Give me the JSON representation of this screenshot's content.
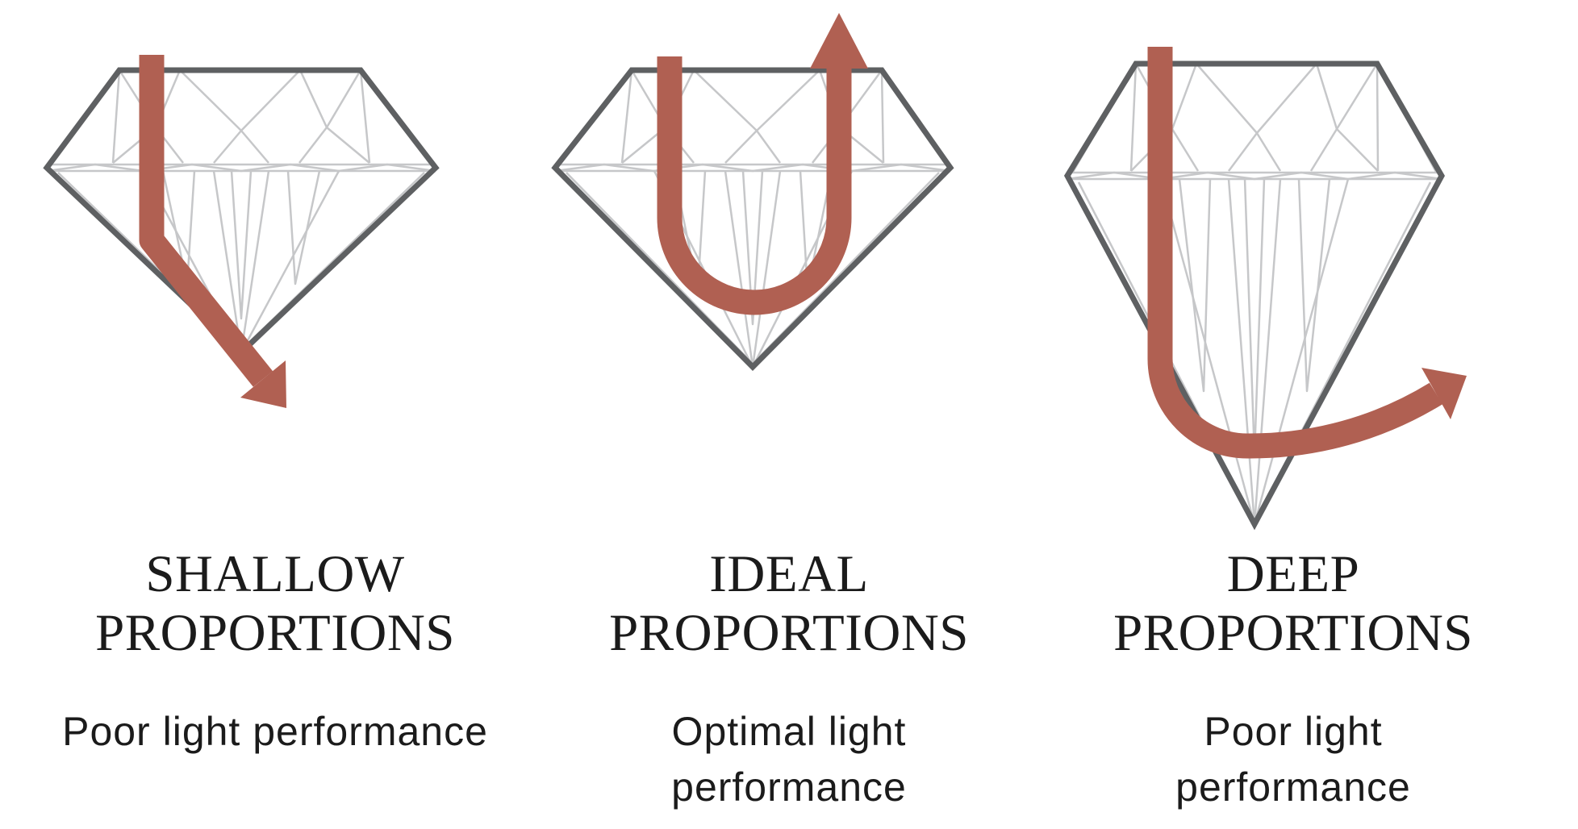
{
  "title": "Diamond cut proportions and light performance diagram",
  "colors": {
    "arrow": "#b06052",
    "outline": "#5e6062",
    "facet": "#c6c7c9",
    "text": "#1b1b1b",
    "background": "#ffffff"
  },
  "columns": [
    {
      "id": "shallow",
      "heading": "SHALLOW\nPROPORTIONS",
      "subtitle": "Poor light performance",
      "diagram": "shallow-diamond-profile",
      "ray": "light-ray-enters-top-exits-through-pavilion-bottom"
    },
    {
      "id": "ideal",
      "heading": "IDEAL\nPROPORTIONS",
      "subtitle": "Optimal light\nperformance",
      "diagram": "ideal-diamond-profile",
      "ray": "light-ray-u-turn-reflects-back-out-of-table"
    },
    {
      "id": "deep",
      "heading": "DEEP\nPROPORTIONS",
      "subtitle": "Poor light performance",
      "diagram": "deep-diamond-profile",
      "ray": "light-ray-enters-top-leaks-out-pavilion-side"
    }
  ]
}
